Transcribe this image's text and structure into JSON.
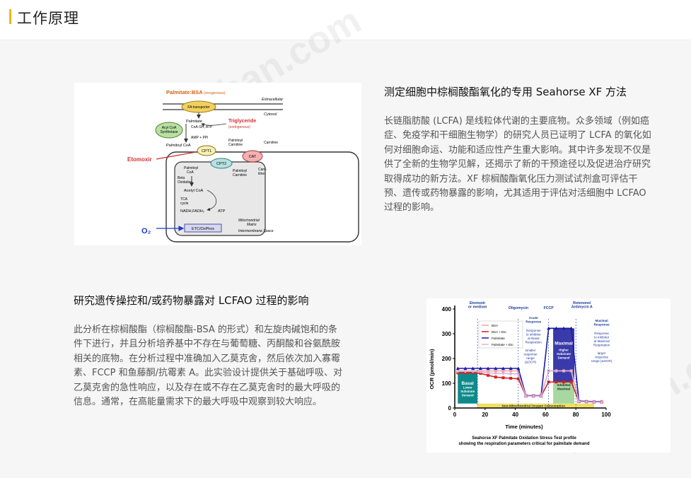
{
  "header": {
    "title": "工作原理"
  },
  "watermark": "zyzhan.com",
  "section1": {
    "heading": "测定细胞中棕榈酸酯氧化的专用 Seahorse XF 方法",
    "body_lines": [
      "长链脂肪酸 (LCFA) 是线粒体代谢的主要底物。众多领域（例如癌",
      "症、免疫学和干细胞生物学）的研究人员已证明了 LCFA 的氧化如",
      "何对细胞命运、功能和适应性产生重大影响。其中许多发现不仅是",
      "供了全新的生物学见解，还揭示了新的干预途径以及促进治疗研究",
      "取得成功的新方法。XF 棕榈酸酯氧化压力测试试剂盒可评估干",
      "预、遗传或药物暴露的影响，尤其适用于评估对活细胞中 LCFAO",
      "过程的影响。"
    ]
  },
  "section2": {
    "heading": "研究遗传操控和/或药物暴露对 LCFAO 过程的影响",
    "body_lines": [
      "此分析在棕榈酸酯（棕榈酸酯-BSA 的形式）和左旋肉碱饱和的条",
      "件下进行，并且分析培养基中不存在与葡萄糖、丙酮酸和谷氨酰胺",
      "相关的底物。在分析过程中准确加入乙莫克舍，然后依次加入寡霉",
      "素、FCCP 和鱼藤酮/抗霉素 A。此实验设计提供关于基础呼吸、对",
      "乙莫克舍的急性响应，以及存在或不存在乙莫克舍时的最大呼吸的",
      "信息。通常，在高能量需求下的最大呼吸中观察到较大响应。"
    ]
  },
  "diagram": {
    "title": "Palmitate:BSA",
    "title_note": "(exogenous)",
    "extracellular": "Extracellular",
    "cytosol": "Cytosol",
    "fa_transporter": "FA transporter",
    "palmitate": "Palmitate",
    "triglyceride": "Triglyceride",
    "triglyceride_note": "(endogenous)",
    "acyl_coa_1": "Acyl CoA",
    "acyl_coa_2": "Synthetase",
    "coa_sh": "CoA-SH, ATP",
    "amp": "AMP + PPi",
    "palmitoyl_coa": "Palmitoyl CoA",
    "palmitoyl_carnitine_1": "Palmitoyl",
    "palmitoyl_carnitine_2": "Carnitine",
    "carnitine": "Carnitine",
    "cpt1": "CPT1",
    "cpt2": "CPT2",
    "cat": "CAT",
    "etomoxir": "Etomoxir",
    "palmitoyl_coa_in_1": "Palmitoyl",
    "palmitoyl_coa_in_2": "CoA",
    "palmitoyl_carnitine_in_1": "Palmitoyl",
    "palmitoyl_carnitine_in_2": "Carnitine",
    "carnitine_in_1": "Carn-",
    "carnitine_in_2": "itine",
    "beta_1": "Beta",
    "beta_2": "Oxidation",
    "acetyl_coa": "Acetyl CoA",
    "tca_1": "TCA",
    "tca_2": "cycle",
    "nadh": "NADH,FADH₂",
    "atp": "ATP",
    "matrix_1": "Mitochondrial",
    "matrix_2": "Matrix",
    "o2": "O₂",
    "etc": "ETC/OxPhos",
    "intermembrane": "Intermembrane Space"
  },
  "chart_data": {
    "type": "line",
    "ylabel": "OCR (pmol/min)",
    "xlabel": "Time (minutes)",
    "caption_lines": [
      "Seahorse XF Palmitate Oxidation Stress Test profile",
      "showing the respiration parameters critical for palmitate demand"
    ],
    "xlim": [
      0,
      100
    ],
    "ylim": [
      0,
      400
    ],
    "xticks": [
      0,
      20,
      40,
      60,
      80,
      100
    ],
    "yticks": [
      0,
      100,
      200,
      300,
      400
    ],
    "series": [
      {
        "name": "BSA",
        "color": "#e8a0a8",
        "marker": "square",
        "x": [
          2,
          7,
          12,
          17,
          22,
          27,
          32,
          37,
          42,
          47,
          52,
          57,
          62,
          67,
          72,
          77,
          82,
          87,
          92,
          97
        ],
        "y": [
          150,
          150,
          150,
          150,
          150,
          150,
          150,
          150,
          150,
          50,
          50,
          50,
          150,
          150,
          150,
          150,
          28,
          26,
          25,
          25
        ]
      },
      {
        "name": "BSA + Eto",
        "color": "#d32020",
        "marker": "square",
        "x": [
          2,
          7,
          12,
          17,
          22,
          27,
          32,
          37,
          42,
          47,
          52,
          57,
          62,
          67,
          72,
          77,
          82,
          87,
          92,
          97
        ],
        "y": [
          142,
          142,
          142,
          140,
          132,
          125,
          122,
          120,
          118,
          48,
          48,
          48,
          105,
          105,
          105,
          105,
          26,
          25,
          24,
          24
        ]
      },
      {
        "name": "Palmitate",
        "color": "#1a1aa8",
        "marker": "triangle",
        "x": [
          2,
          7,
          12,
          17,
          22,
          27,
          32,
          37,
          42,
          47,
          52,
          57,
          62,
          67,
          72,
          77,
          82,
          87,
          92,
          97
        ],
        "y": [
          160,
          160,
          160,
          160,
          160,
          160,
          160,
          160,
          160,
          50,
          50,
          50,
          322,
          322,
          322,
          322,
          28,
          27,
          26,
          26
        ]
      },
      {
        "name": "Palmitate + Eto",
        "color": "#e0b0d8",
        "marker": "diamond",
        "x": [
          2,
          7,
          12,
          17,
          22,
          27,
          32,
          37,
          42,
          47,
          52,
          57,
          62,
          67,
          72,
          77,
          82,
          87,
          92,
          97
        ],
        "y": [
          148,
          148,
          148,
          146,
          142,
          140,
          140,
          138,
          138,
          48,
          48,
          48,
          150,
          150,
          150,
          150,
          26,
          25,
          24,
          24
        ]
      }
    ],
    "annotations": {
      "etomoxir": [
        "Etomoxir",
        "or medium"
      ],
      "oligomycin": "Oligomycin",
      "fccp": "FCCP",
      "rotenone": [
        "Rotenone/",
        "Antimycin A"
      ],
      "acute": [
        "Acute",
        "Response"
      ],
      "acute_desc": [
        "Response",
        "to inhibitor",
        "at Basal",
        "Respiration"
      ],
      "smaller": [
        "smaller",
        "response",
        "range",
        "(ΔOCR)"
      ],
      "maximal_resp": [
        "Maximal",
        "Response"
      ],
      "maximal_desc": [
        "Response",
        "to inhibitor",
        "at Maximal",
        "Respiration"
      ],
      "larger": [
        "larger",
        "response",
        "range (ΔOCR)"
      ],
      "basal": "Basal",
      "basal_sub": [
        "Lower",
        "Substrate",
        "Demand"
      ],
      "maximal": "Maximal",
      "maximal_sub": [
        "Higher",
        "Substrate",
        "Demand"
      ],
      "inhibited": [
        "Inhibited",
        "Maximal"
      ],
      "non_mito": "Non-Mitochondrial Oxygen Consumption"
    }
  },
  "colors": {
    "accent": "#f2b705",
    "basal_box": "#0e8a8a",
    "maximal_box": "#3a3aaa",
    "inhibited_box": "#a6d8a0",
    "non_mito_bar": "#f0e060",
    "annotation_blue": "#1a3a9a"
  }
}
